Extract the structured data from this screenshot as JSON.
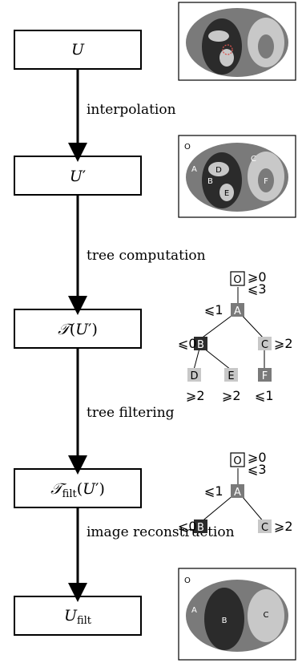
{
  "pipeline": {
    "stages": [
      {
        "main": "U",
        "prime": "",
        "sub": "",
        "calligraphic": false
      },
      {
        "main": "U",
        "prime": "′",
        "sub": "",
        "calligraphic": false
      },
      {
        "main": "𝒯",
        "prime": "′",
        "sub": "",
        "calligraphic": true,
        "arg": "U"
      },
      {
        "main": "𝒯",
        "prime": "′",
        "sub": "filt",
        "calligraphic": true,
        "arg": "U"
      },
      {
        "main": "U",
        "prime": "",
        "sub": "filt",
        "calligraphic": false
      }
    ],
    "steps": [
      "interpolation",
      "tree computation",
      "tree filtering",
      "image reconstruction"
    ]
  },
  "images": {
    "interpolated_labels": [
      "O",
      "A",
      "B",
      "C",
      "D",
      "E",
      "F"
    ],
    "reconstructed_labels": [
      "O",
      "A",
      "B",
      "C"
    ]
  },
  "trees": {
    "full": {
      "root": {
        "label": "O",
        "annotation_top": "⩾0",
        "annotation_bottom": "⩽3"
      },
      "a": {
        "label": "A",
        "annotation": "⩽1"
      },
      "b": {
        "label": "B",
        "annotation": "⩽0"
      },
      "c": {
        "label": "C",
        "annotation": "⩾2"
      },
      "d": {
        "label": "D",
        "annotation": "⩾2"
      },
      "e": {
        "label": "E",
        "annotation": "⩾2"
      },
      "f": {
        "label": "F",
        "annotation": "⩽1"
      }
    },
    "filtered": {
      "root": {
        "label": "O",
        "annotation_top": "⩾0",
        "annotation_bottom": "⩽3"
      },
      "a": {
        "label": "A",
        "annotation": "⩽1"
      },
      "b": {
        "label": "B",
        "annotation": "⩽0"
      },
      "c": {
        "label": "C",
        "annotation": "⩾2"
      }
    }
  },
  "colors": {
    "gray_mid": "#7a7a7a",
    "gray_dark": "#2b2b2b",
    "gray_light": "#c8c8c8",
    "black": "#000000",
    "white": "#ffffff",
    "marker_red": "#d9534f"
  }
}
